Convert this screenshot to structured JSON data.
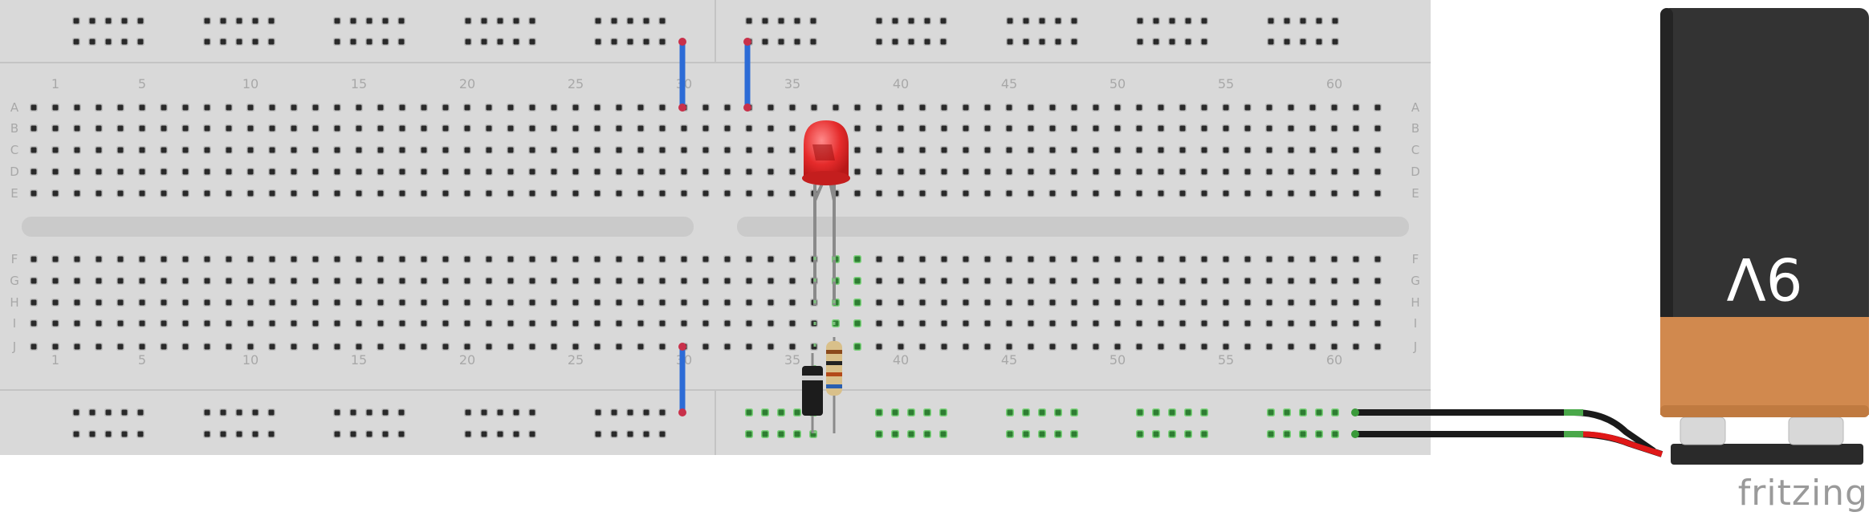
{
  "breadboard": {
    "columns": 63,
    "column_numbers": [
      "1",
      "5",
      "10",
      "15",
      "20",
      "25",
      "30",
      "35",
      "40",
      "45",
      "50",
      "55",
      "60"
    ],
    "rows_top": [
      "A",
      "B",
      "C",
      "D",
      "E"
    ],
    "rows_bottom": [
      "F",
      "G",
      "H",
      "I",
      "J"
    ]
  },
  "battery": {
    "label": "9V",
    "label_rotated": true,
    "body_color": "#333333",
    "band_color": "#d1894e"
  },
  "components": {
    "led_color": "#e52b2b",
    "jumper_color": "#2c6bd6",
    "resistor": "resistor",
    "diode": "diode"
  },
  "watermark": "fritzing"
}
